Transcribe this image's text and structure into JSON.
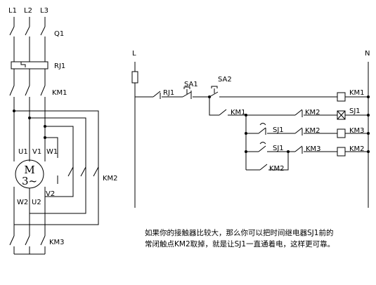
{
  "power_labels": {
    "l1": "L1",
    "l2": "L2",
    "l3": "L3"
  },
  "power": {
    "q1": "Q1",
    "rj1": "RJ1",
    "km1": "KM1",
    "km2": "KM2",
    "km3": "KM3",
    "motor_letter": "M",
    "motor_phase": "3~",
    "u1": "U1",
    "v1": "V1",
    "w1": "W1",
    "u2": "U2",
    "v2": "V2",
    "w2": "W2"
  },
  "control": {
    "l": "L",
    "n": "N",
    "rj1": "RJ1",
    "sa1": "SA1",
    "sa2": "SA2",
    "km1_contact": "KM1",
    "km2_contact_a": "KM2",
    "sj1_contact_a": "SJ1",
    "km2_contact_b": "KM2",
    "sj1_contact_b": "SJ1",
    "km3_contact": "KM3",
    "km2_holding": "KM2",
    "coil_km1": "KM1",
    "coil_sj1": "SJ1",
    "coil_km3": "KM3",
    "coil_km2": "KM2"
  },
  "note": {
    "line1": "如果你的接触器比较大，那么你可以把时间继电器SJ1前的",
    "line2": "常闭触点KM2取掉，就是让SJ1一直通着电，这样更可靠。"
  }
}
